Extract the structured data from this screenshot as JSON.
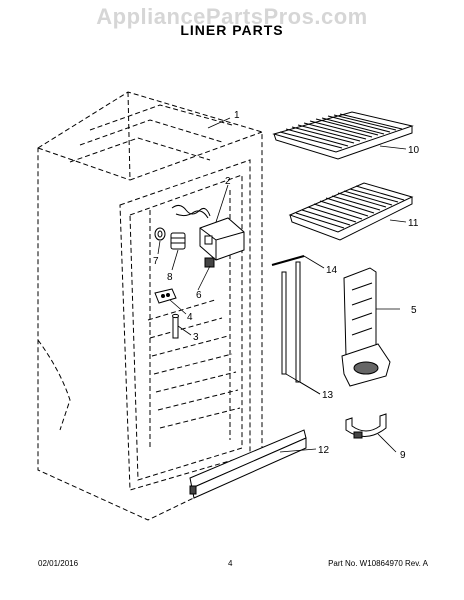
{
  "header": {
    "watermark": "AppliancePartsPros.com",
    "title": "LINER PARTS"
  },
  "callouts": [
    "1",
    "2",
    "3",
    "4",
    "5",
    "6",
    "7",
    "8",
    "9",
    "10",
    "11",
    "12",
    "13",
    "14"
  ],
  "footer": {
    "date": "02/01/2016",
    "page": "4",
    "part_number": "Part No. W10864970  Rev. A"
  }
}
